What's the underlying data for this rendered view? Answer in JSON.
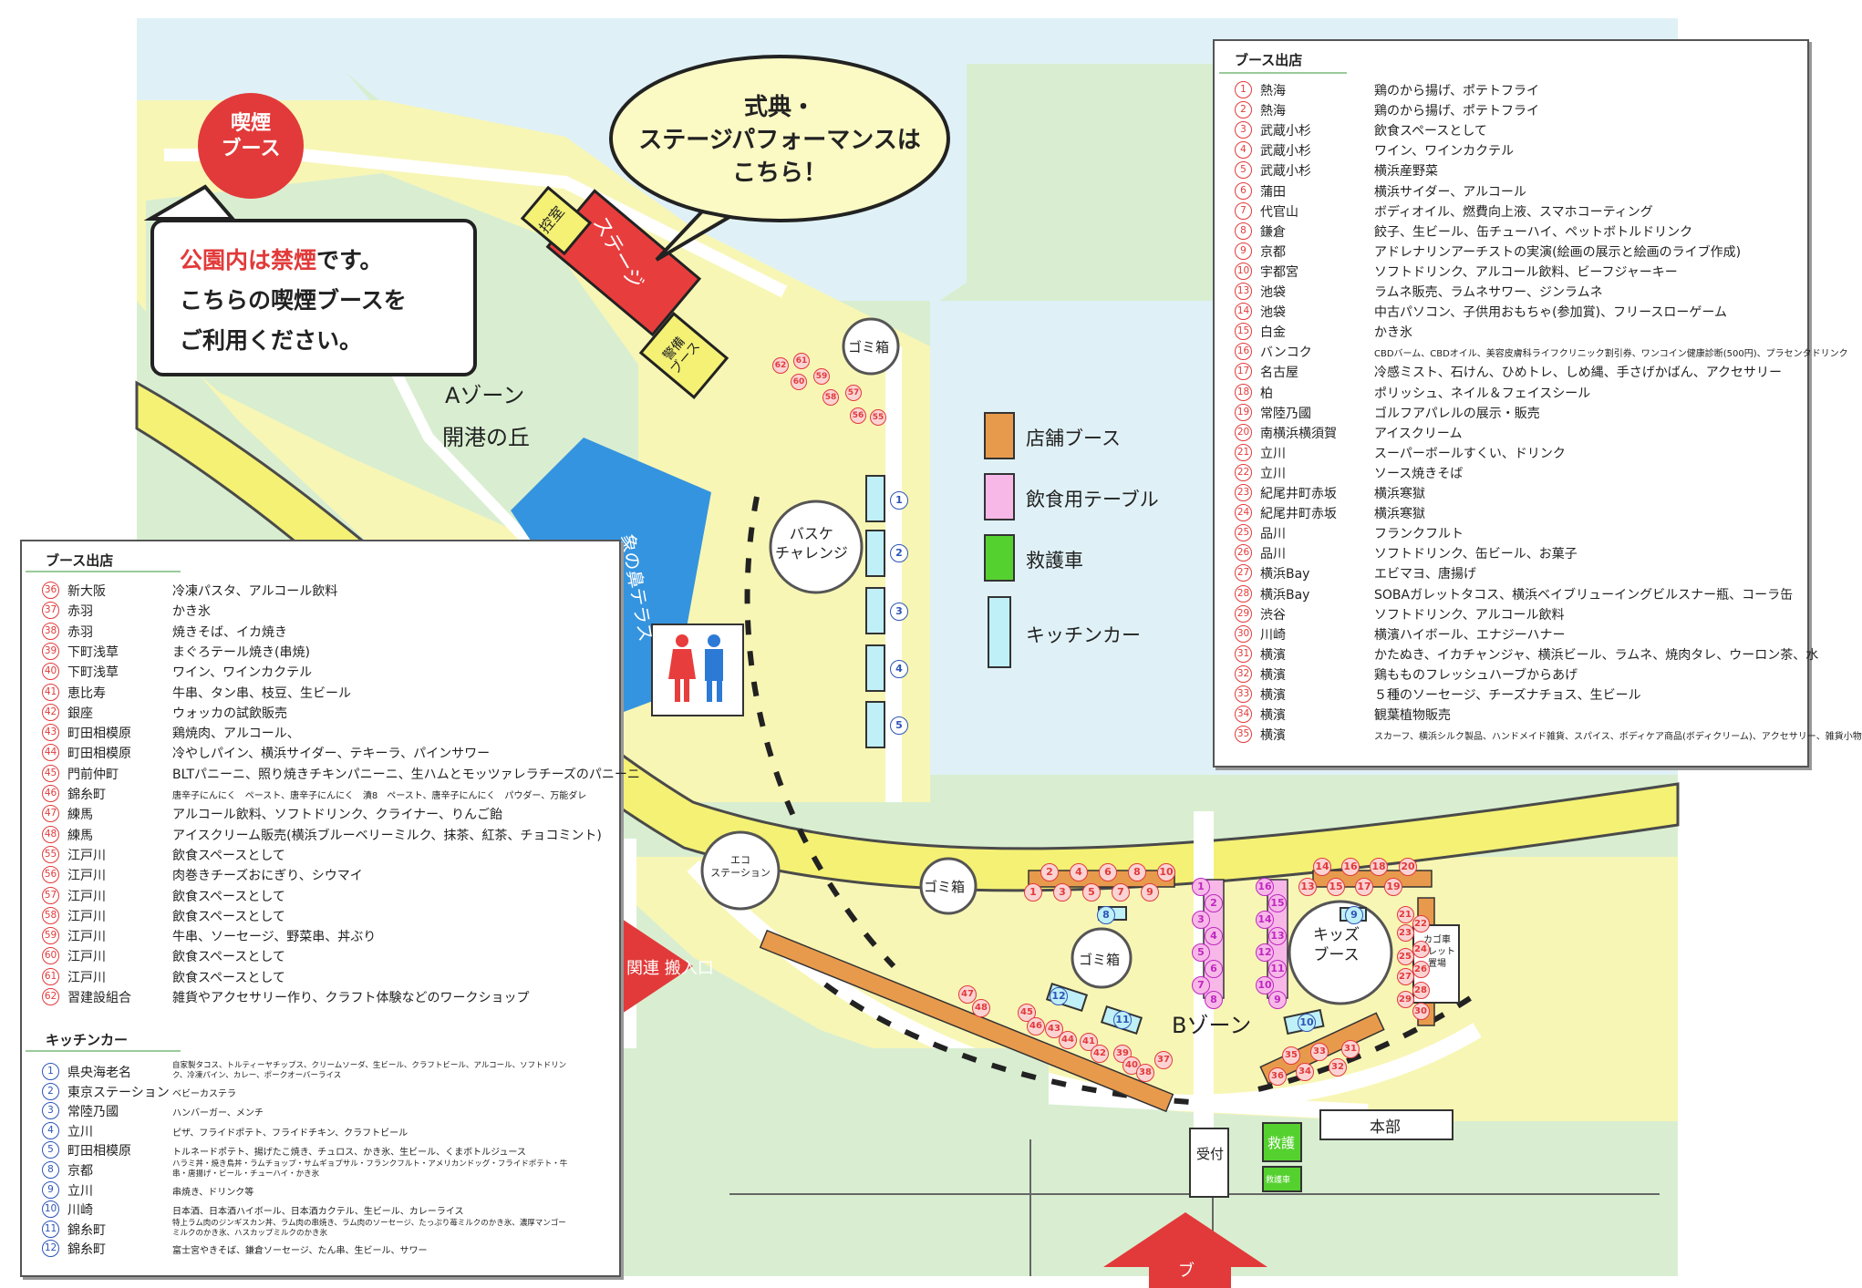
{
  "colors": {
    "water": "#dff1f6",
    "ground": "#f8f6b5",
    "green": "#d9eed1",
    "road": "#f4f174",
    "stall_orange": "#e89a4c",
    "table_pink": "#f7b8e8",
    "ambulance_green": "#55d12f",
    "kitchen_cyan": "#bfeff7",
    "stage_red": "#e83d3d",
    "toilet_blue": "#2c7ad6",
    "terrace_blue": "#3594df",
    "red_mark": "#e23a3a",
    "blue_mark": "#2c55b8"
  },
  "smoking": {
    "circle_label": "喫煙\nブース",
    "notice_line1_red": "公園内は禁煙",
    "notice_line1_rest": "です。",
    "notice_line2": "こちらの喫煙ブースを",
    "notice_line3": "ご利用ください。"
  },
  "stage_callout": {
    "line1": "式典・",
    "line2": "ステージパフォーマンスは",
    "line3": "こちら！"
  },
  "map_labels": {
    "waiting_room": "控室",
    "stage": "ステージ",
    "security": "警備\nブース",
    "zone_a": "Aゾーン",
    "kaikou": "開港の丘",
    "trash1": "ゴミ箱",
    "trash2": "ゴミ箱",
    "trash3": "ゴミ箱",
    "basket": "バスケ\nチャレンジ",
    "terrace": "象の鼻テラス",
    "eco": "エコ\nステーション",
    "kids": "キッズ\nブース",
    "zone_b": "Bゾーン",
    "carry_in": "関連 搬入口",
    "reception": "受付",
    "hq": "本部",
    "first_aid": "救護",
    "first_aid_sub": "救護車",
    "cage": "カゴ車\nパレット\n置場",
    "bottom_arrow": "ブ"
  },
  "legend": [
    {
      "label": "店舗ブース",
      "color": "#e89a4c"
    },
    {
      "label": "飲食用テーブル",
      "color": "#f7b8e8"
    },
    {
      "label": "救護車",
      "color": "#55d12f"
    },
    {
      "label": "キッチンカー",
      "color": "#bfeff7"
    }
  ],
  "booths_right": {
    "title": "ブース出店",
    "rows": [
      {
        "n": "1",
        "loc": "熱海",
        "desc": "鶏のから揚げ、ポテトフライ"
      },
      {
        "n": "2",
        "loc": "熱海",
        "desc": "鶏のから揚げ、ポテトフライ"
      },
      {
        "n": "3",
        "loc": "武蔵小杉",
        "desc": "飲食スペースとして"
      },
      {
        "n": "4",
        "loc": "武蔵小杉",
        "desc": "ワイン、ワインカクテル"
      },
      {
        "n": "5",
        "loc": "武蔵小杉",
        "desc": "横浜産野菜"
      },
      {
        "n": "6",
        "loc": "蒲田",
        "desc": "横浜サイダー、アルコール"
      },
      {
        "n": "7",
        "loc": "代官山",
        "desc": "ボディオイル、燃費向上液、スマホコーティング"
      },
      {
        "n": "8",
        "loc": "鎌倉",
        "desc": "餃子、生ビール、缶チューハイ、ペットボトルドリンク"
      },
      {
        "n": "9",
        "loc": "京都",
        "desc": "アドレナリンアーチストの実演(絵画の展示と絵画のライブ作成)"
      },
      {
        "n": "10",
        "loc": "宇都宮",
        "desc": "ソフトドリンク、アルコール飲料、ビーフジャーキー"
      },
      {
        "n": "13",
        "loc": "池袋",
        "desc": "ラムネ販売、ラムネサワー、ジンラムネ"
      },
      {
        "n": "14",
        "loc": "池袋",
        "desc": "中古パソコン、子供用おもちゃ(参加賞)、フリースローゲーム"
      },
      {
        "n": "15",
        "loc": "白金",
        "desc": "かき氷"
      },
      {
        "n": "16",
        "loc": "バンコク",
        "desc": "CBDバーム、CBDオイル、美容皮膚科ライフクリニック割引券、ワンコイン健康診断(500円)、プラセンタドリンク",
        "small": true
      },
      {
        "n": "17",
        "loc": "名古屋",
        "desc": "冷感ミスト、石けん、ひめトレ、しめ縄、手さげかばん、アクセサリー"
      },
      {
        "n": "18",
        "loc": "柏",
        "desc": "ポリッシュ、ネイル＆フェイスシール"
      },
      {
        "n": "19",
        "loc": "常陸乃國",
        "desc": "ゴルフアパレルの展示・販売"
      },
      {
        "n": "20",
        "loc": "南横浜横須賀",
        "desc": "アイスクリーム"
      },
      {
        "n": "21",
        "loc": "立川",
        "desc": "スーパーボールすくい、ドリンク"
      },
      {
        "n": "22",
        "loc": "立川",
        "desc": "ソース焼きそば"
      },
      {
        "n": "23",
        "loc": "紀尾井町赤坂",
        "desc": "横浜寒獄"
      },
      {
        "n": "24",
        "loc": "紀尾井町赤坂",
        "desc": "横浜寒獄"
      },
      {
        "n": "25",
        "loc": "品川",
        "desc": "フランクフルト"
      },
      {
        "n": "26",
        "loc": "品川",
        "desc": "ソフトドリンク、缶ビール、お菓子"
      },
      {
        "n": "27",
        "loc": "横浜Bay",
        "desc": "エビマヨ、唐揚げ"
      },
      {
        "n": "28",
        "loc": "横浜Bay",
        "desc": "SOBAガレットタコス、横浜ベイブリューイングビルスナー瓶、コーラ缶"
      },
      {
        "n": "29",
        "loc": "渋谷",
        "desc": "ソフトドリンク、アルコール飲料"
      },
      {
        "n": "30",
        "loc": "川崎",
        "desc": "横濱ハイボール、エナジーハナー"
      },
      {
        "n": "31",
        "loc": "横濱",
        "desc": "かたぬき、イカチャンジャ、横浜ビール、ラムネ、焼肉タレ、ウーロン茶、水"
      },
      {
        "n": "32",
        "loc": "横濱",
        "desc": "鶏もものフレッシュハーブからあげ"
      },
      {
        "n": "33",
        "loc": "横濱",
        "desc": "５種のソーセージ、チーズナチョス、生ビール"
      },
      {
        "n": "34",
        "loc": "横濱",
        "desc": "観葉植物販売"
      },
      {
        "n": "35",
        "loc": "横濱",
        "desc": "スカーフ、横浜シルク製品、ハンドメイド雑貨、スパイス、ボディケア商品(ボディクリーム)、アクセサリー、雑貨小物",
        "small": true
      }
    ]
  },
  "booths_left": {
    "title": "ブース出店",
    "rows": [
      {
        "n": "36",
        "loc": "新大阪",
        "desc": "冷凍パスタ、アルコール飲料"
      },
      {
        "n": "37",
        "loc": "赤羽",
        "desc": "かき氷"
      },
      {
        "n": "38",
        "loc": "赤羽",
        "desc": "焼きそば、イカ焼き"
      },
      {
        "n": "39",
        "loc": "下町浅草",
        "desc": "まぐろテール焼き(串焼)"
      },
      {
        "n": "40",
        "loc": "下町浅草",
        "desc": "ワイン、ワインカクテル"
      },
      {
        "n": "41",
        "loc": "恵比寿",
        "desc": "牛串、タン串、枝豆、生ビール"
      },
      {
        "n": "42",
        "loc": "銀座",
        "desc": "ウォッカの試飲販売"
      },
      {
        "n": "43",
        "loc": "町田相模原",
        "desc": "鶏焼肉、アルコール、"
      },
      {
        "n": "44",
        "loc": "町田相模原",
        "desc": "冷やしパイン、横浜サイダー、テキーラ、パインサワー"
      },
      {
        "n": "45",
        "loc": "門前仲町",
        "desc": "BLTパニーニ、照り焼きチキンパニーニ、生ハムとモッツァレラチーズのパニーニ"
      },
      {
        "n": "46",
        "loc": "錦糸町",
        "desc": "唐辛子にんにく　ペースト、唐辛子にんにく　漬8　ペースト、唐辛子にんにく　パウダー、万能ダレ",
        "small": true
      },
      {
        "n": "47",
        "loc": "練馬",
        "desc": "アルコール飲料、ソフトドリンク、クライナー、りんご飴"
      },
      {
        "n": "48",
        "loc": "練馬",
        "desc": "アイスクリーム販売(横浜ブルーベリーミルク、抹茶、紅茶、チョコミント)"
      },
      {
        "n": "55",
        "loc": "江戸川",
        "desc": "飲食スペースとして"
      },
      {
        "n": "56",
        "loc": "江戸川",
        "desc": "肉巻きチーズおにぎり、シウマイ"
      },
      {
        "n": "57",
        "loc": "江戸川",
        "desc": "飲食スペースとして"
      },
      {
        "n": "58",
        "loc": "江戸川",
        "desc": "飲食スペースとして"
      },
      {
        "n": "59",
        "loc": "江戸川",
        "desc": "牛串、ソーセージ、野菜串、丼ぶり"
      },
      {
        "n": "60",
        "loc": "江戸川",
        "desc": "飲食スペースとして"
      },
      {
        "n": "61",
        "loc": "江戸川",
        "desc": "飲食スペースとして"
      },
      {
        "n": "62",
        "loc": "習建設組合",
        "desc": "雑貨やアクセサリー作り、クラフト体験などのワークショップ"
      }
    ]
  },
  "kitchen_cars": {
    "title": "キッチンカー",
    "rows": [
      {
        "n": "1",
        "loc": "県央海老名",
        "desc": "自家製タコス、トルティーヤチップス、クリームソーダ、生ビール、クラフトビール、アルコール、ソフトドリンク、冷凍パイン、カレー、ポークオーバーライス",
        "tiny": true
      },
      {
        "n": "2",
        "loc": "東京ステーション",
        "desc": "ベビーカステラ",
        "small": true
      },
      {
        "n": "3",
        "loc": "常陸乃國",
        "desc": "ハンバーガー、メンチ",
        "small": true
      },
      {
        "n": "4",
        "loc": "立川",
        "desc": "ピザ、フライドポテト、フライドチキン、クラフトビール",
        "small": true
      },
      {
        "n": "5",
        "loc": "町田相模原",
        "desc": "トルネードポテト、揚げたこ焼き、チュロス、かき氷、生ビール、くまボトルジュース",
        "small": true
      },
      {
        "n": "8",
        "loc": "京都",
        "desc": "ハラミ丼・焼き鳥丼・ラムチョップ・サムギョプサル・フランクフルト・アメリカンドッグ・フライドポテト・牛串・唐揚げ・ビール・チューハイ・かき氷",
        "tiny": true
      },
      {
        "n": "9",
        "loc": "立川",
        "desc": "串焼き、ドリンク等",
        "small": true
      },
      {
        "n": "10",
        "loc": "川崎",
        "desc": "日本酒、日本酒ハイボール、日本酒カクテル、生ビール、カレーライス",
        "small": true
      },
      {
        "n": "11",
        "loc": "錦糸町",
        "desc": "特上ラム肉のジンギスカン丼、ラム肉の串焼き、ラム肉のソーセージ、たっぷり苺ミルクのかき氷、濃厚マンゴーミルクのかき氷、ハスカップミルクのかき氷",
        "tiny": true
      },
      {
        "n": "12",
        "loc": "錦糸町",
        "desc": "富士宮やきそば、鎌倉ソーセージ、たん串、生ビール、サワー",
        "small": true
      }
    ]
  },
  "map_numbers": {
    "top_row": [
      "62",
      "61",
      "60",
      "59",
      "58",
      "57",
      "56",
      "55"
    ],
    "kitchen_a": [
      "1",
      "2",
      "3",
      "4",
      "5"
    ],
    "b_top1": [
      "2",
      "4",
      "6",
      "8",
      "10"
    ],
    "b_top2": [
      "1",
      "3",
      "5",
      "7",
      "9"
    ],
    "b_pink_left": [
      "1",
      "2",
      "3",
      "4",
      "5",
      "6",
      "7",
      "8"
    ],
    "b_pink_right": [
      "16",
      "15",
      "14",
      "13",
      "12",
      "11",
      "10",
      "9"
    ],
    "b_right_top1": [
      "14",
      "16",
      "18",
      "20"
    ],
    "b_right_top2": [
      "13",
      "15",
      "17",
      "19"
    ],
    "b_right_col": [
      "21",
      "22",
      "23",
      "24",
      "25",
      "26",
      "27",
      "28",
      "29",
      "30"
    ],
    "b_bottom_left": [
      "47",
      "48",
      "45",
      "46",
      "43",
      "44",
      "41",
      "42",
      "39",
      "40",
      "37",
      "38"
    ],
    "b_bottom_right": [
      "35",
      "33",
      "31",
      "36",
      "34",
      "32"
    ],
    "kitchen_b": [
      "8",
      "12",
      "11",
      "10",
      "9"
    ]
  }
}
